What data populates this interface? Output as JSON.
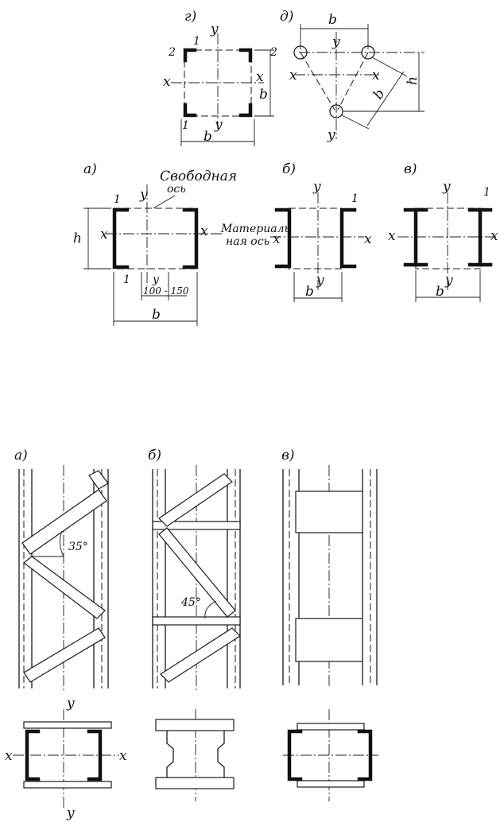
{
  "top_figures": {
    "g": {
      "label": "г)",
      "axis_x_left": "x",
      "axis_x_right": "x",
      "axis_y_top": "y",
      "axis_y_bottom": "y",
      "n1_top": "1",
      "n2_left": "2",
      "n2_right": "2",
      "n1_bottom": "1",
      "dim_b": "b",
      "dim_side": "b"
    },
    "d": {
      "label": "д)",
      "dim_top": "b",
      "dim_slant": "b",
      "dim_h": "h",
      "axis_y_top": "y",
      "axis_y_bottom": "y",
      "axis_x_left": "x",
      "axis_x_right": "x"
    },
    "a": {
      "label": "а)",
      "free_axis": "Свободная ось",
      "material_axis": "Материаль ная ось",
      "axis_y_top": "y",
      "axis_y_bottom": "y",
      "axis_x_left": "x",
      "axis_x_right": "x",
      "n1_top": "1",
      "n1_bottom": "1",
      "dim_h": "h",
      "dim_b": "b",
      "dim_gap": "100 - 150"
    },
    "b": {
      "label": "б)",
      "axis_y_top": "y",
      "axis_y_bottom": "y",
      "axis_x_left": "x",
      "axis_x_right": "x",
      "n1": "1",
      "dim_b": "b"
    },
    "v": {
      "label": "в)",
      "axis_y_top": "y",
      "axis_y_bottom": "y",
      "axis_x_left": "x",
      "axis_x_right": "x",
      "n1": "1",
      "dim_b": "b"
    }
  },
  "bottom_figures": {
    "a": {
      "label": "а)",
      "angle": "35°",
      "axis_y_top": "y",
      "axis_y_bottom": "y",
      "axis_x_left": "x",
      "axis_x_right": "x"
    },
    "b": {
      "label": "б)",
      "angle": "45°"
    },
    "v": {
      "label": "в)"
    }
  }
}
